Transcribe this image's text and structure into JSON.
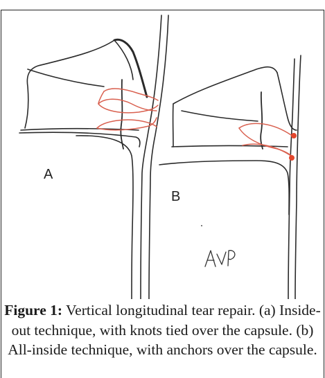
{
  "figure": {
    "panel_a_label": "A",
    "panel_b_label": "B",
    "signature": "AVP"
  },
  "caption": {
    "label": "Figure 1:",
    "text": " Vertical longitudinal tear repair. (a) Inside-out technique, with knots tied over the capsule. (b) All-inside technique, with anchors over the capsule."
  },
  "colors": {
    "line": "#2a2a2a",
    "suture": "#d9604f",
    "anchor": "#e2462c"
  }
}
